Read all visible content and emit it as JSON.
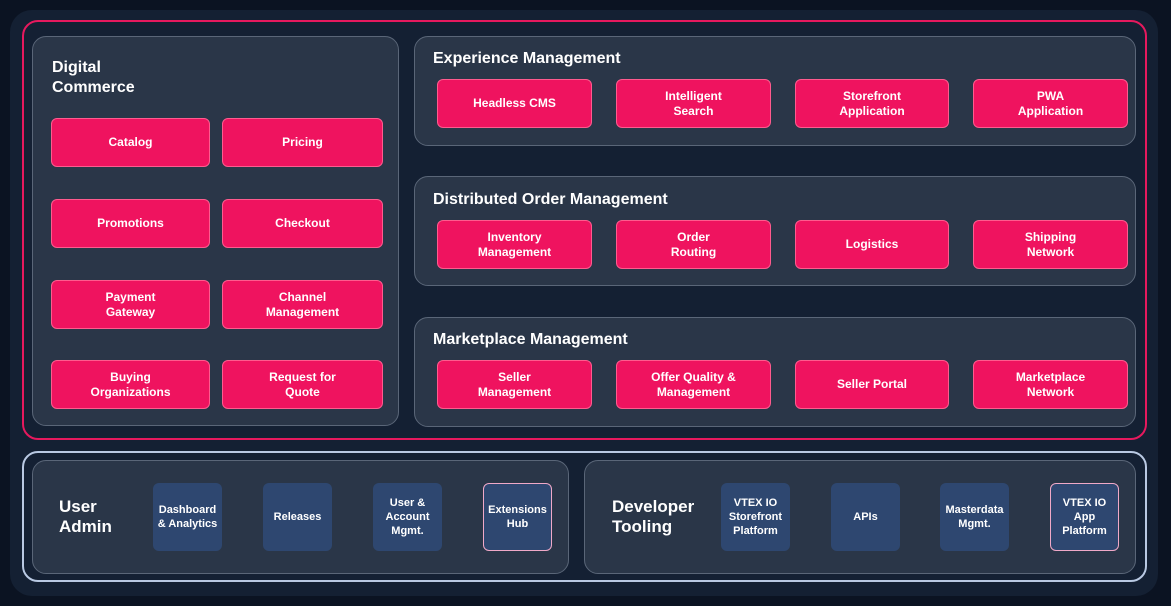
{
  "digital_commerce": {
    "title": "Digital\nCommerce",
    "items": [
      "Catalog",
      "Pricing",
      "Promotions",
      "Checkout",
      "Payment\nGateway",
      "Channel\nManagement",
      "Buying\nOrganizations",
      "Request for\nQuote"
    ]
  },
  "experience": {
    "title": "Experience Management",
    "items": [
      "Headless CMS",
      "Intelligent\nSearch",
      "Storefront\nApplication",
      "PWA\nApplication"
    ]
  },
  "order": {
    "title": "Distributed Order Management",
    "items": [
      "Inventory\nManagement",
      "Order\nRouting",
      "Logistics",
      "Shipping\nNetwork"
    ]
  },
  "marketplace": {
    "title": "Marketplace Management",
    "items": [
      "Seller\nManagement",
      "Offer Quality &\nManagement",
      "Seller Portal",
      "Marketplace\nNetwork"
    ]
  },
  "user_admin": {
    "title": "User\nAdmin",
    "items": [
      "Dashboard\n& Analytics",
      "Releases",
      "User &\nAccount\nMgmt.",
      "Extensions\nHub"
    ]
  },
  "developer": {
    "title": "Developer\nTooling",
    "items": [
      "VTEX IO\nStorefront\nPlatform",
      "APIs",
      "Masterdata\nMgmt.",
      "VTEX IO\nApp\nPlatform"
    ]
  },
  "colors": {
    "accent": "#ef135f",
    "panel": "#2a3648",
    "blue_button": "#2e4770",
    "frame_pink": "#e6195e",
    "frame_blue": "#b9c9e3"
  }
}
